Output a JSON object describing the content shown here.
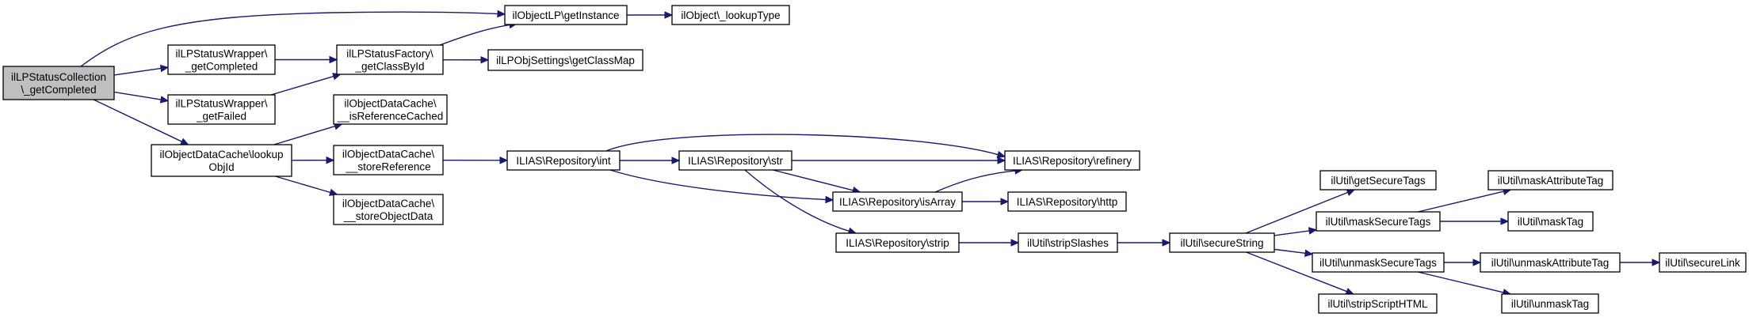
{
  "diagram": {
    "type": "call-graph",
    "colors": {
      "edge": "#191970",
      "root_fill": "#bfbfbf",
      "node_fill": "#ffffff",
      "node_border": "#000000"
    },
    "nodes": [
      {
        "id": "root",
        "lines": [
          "ilLPStatusCollection",
          "\\_getCompleted"
        ],
        "root": true
      },
      {
        "id": "getInstance",
        "lines": [
          "ilObjectLP\\getInstance"
        ]
      },
      {
        "id": "lookupType",
        "lines": [
          "ilObject\\_lookupType"
        ]
      },
      {
        "id": "wrapCompleted",
        "lines": [
          "ilLPStatusWrapper\\",
          "_getCompleted"
        ]
      },
      {
        "id": "statusFactory",
        "lines": [
          "ilLPStatusFactory\\",
          "_getClassById"
        ]
      },
      {
        "id": "classMap",
        "lines": [
          "ilLPObjSettings\\getClassMap"
        ]
      },
      {
        "id": "wrapFailed",
        "lines": [
          "ilLPStatusWrapper\\",
          "_getFailed"
        ]
      },
      {
        "id": "lookupObjId",
        "lines": [
          "ilObjectDataCache\\lookup",
          "ObjId"
        ]
      },
      {
        "id": "isRefCached",
        "lines": [
          "ilObjectDataCache\\",
          "__isReferenceCached"
        ]
      },
      {
        "id": "storeRef",
        "lines": [
          "ilObjectDataCache\\",
          "__storeReference"
        ]
      },
      {
        "id": "storeObjData",
        "lines": [
          "ilObjectDataCache\\",
          "__storeObjectData"
        ]
      },
      {
        "id": "repoInt",
        "lines": [
          "ILIAS\\Repository\\int"
        ]
      },
      {
        "id": "repoStr",
        "lines": [
          "ILIAS\\Repository\\str"
        ]
      },
      {
        "id": "repoRefinery",
        "lines": [
          "ILIAS\\Repository\\refinery"
        ]
      },
      {
        "id": "repoIsArray",
        "lines": [
          "ILIAS\\Repository\\isArray"
        ]
      },
      {
        "id": "repoHttp",
        "lines": [
          "ILIAS\\Repository\\http"
        ]
      },
      {
        "id": "repoStrip",
        "lines": [
          "ILIAS\\Repository\\strip"
        ]
      },
      {
        "id": "stripSlashes",
        "lines": [
          "ilUtil\\stripSlashes"
        ]
      },
      {
        "id": "secureString",
        "lines": [
          "ilUtil\\secureString"
        ]
      },
      {
        "id": "getSecureTags",
        "lines": [
          "ilUtil\\getSecureTags"
        ]
      },
      {
        "id": "maskSecureTags",
        "lines": [
          "ilUtil\\maskSecureTags"
        ]
      },
      {
        "id": "unmaskSecureTags",
        "lines": [
          "ilUtil\\unmaskSecureTags"
        ]
      },
      {
        "id": "stripScriptHTML",
        "lines": [
          "ilUtil\\stripScriptHTML"
        ]
      },
      {
        "id": "maskAttributeTag",
        "lines": [
          "ilUtil\\maskAttributeTag"
        ]
      },
      {
        "id": "maskTag",
        "lines": [
          "ilUtil\\maskTag"
        ]
      },
      {
        "id": "unmaskAttributeTag",
        "lines": [
          "ilUtil\\unmaskAttributeTag"
        ]
      },
      {
        "id": "unmaskTag",
        "lines": [
          "ilUtil\\unmaskTag"
        ]
      },
      {
        "id": "secureLink",
        "lines": [
          "ilUtil\\secureLink"
        ]
      }
    ],
    "edges": [
      [
        "root",
        "getInstance"
      ],
      [
        "root",
        "wrapCompleted"
      ],
      [
        "root",
        "wrapFailed"
      ],
      [
        "root",
        "lookupObjId"
      ],
      [
        "getInstance",
        "lookupType"
      ],
      [
        "wrapCompleted",
        "statusFactory"
      ],
      [
        "wrapFailed",
        "statusFactory"
      ],
      [
        "statusFactory",
        "getInstance"
      ],
      [
        "statusFactory",
        "classMap"
      ],
      [
        "lookupObjId",
        "isRefCached"
      ],
      [
        "lookupObjId",
        "storeRef"
      ],
      [
        "lookupObjId",
        "storeObjData"
      ],
      [
        "storeRef",
        "repoInt"
      ],
      [
        "repoInt",
        "repoStr"
      ],
      [
        "repoInt",
        "repoRefinery"
      ],
      [
        "repoInt",
        "repoIsArray"
      ],
      [
        "repoStr",
        "repoRefinery"
      ],
      [
        "repoStr",
        "repoIsArray"
      ],
      [
        "repoStr",
        "repoStrip"
      ],
      [
        "repoIsArray",
        "repoRefinery"
      ],
      [
        "repoIsArray",
        "repoHttp"
      ],
      [
        "repoStrip",
        "stripSlashes"
      ],
      [
        "stripSlashes",
        "secureString"
      ],
      [
        "secureString",
        "getSecureTags"
      ],
      [
        "secureString",
        "maskSecureTags"
      ],
      [
        "secureString",
        "unmaskSecureTags"
      ],
      [
        "secureString",
        "stripScriptHTML"
      ],
      [
        "maskSecureTags",
        "maskAttributeTag"
      ],
      [
        "maskSecureTags",
        "maskTag"
      ],
      [
        "unmaskSecureTags",
        "unmaskAttributeTag"
      ],
      [
        "unmaskSecureTags",
        "unmaskTag"
      ],
      [
        "unmaskAttributeTag",
        "secureLink"
      ]
    ]
  }
}
